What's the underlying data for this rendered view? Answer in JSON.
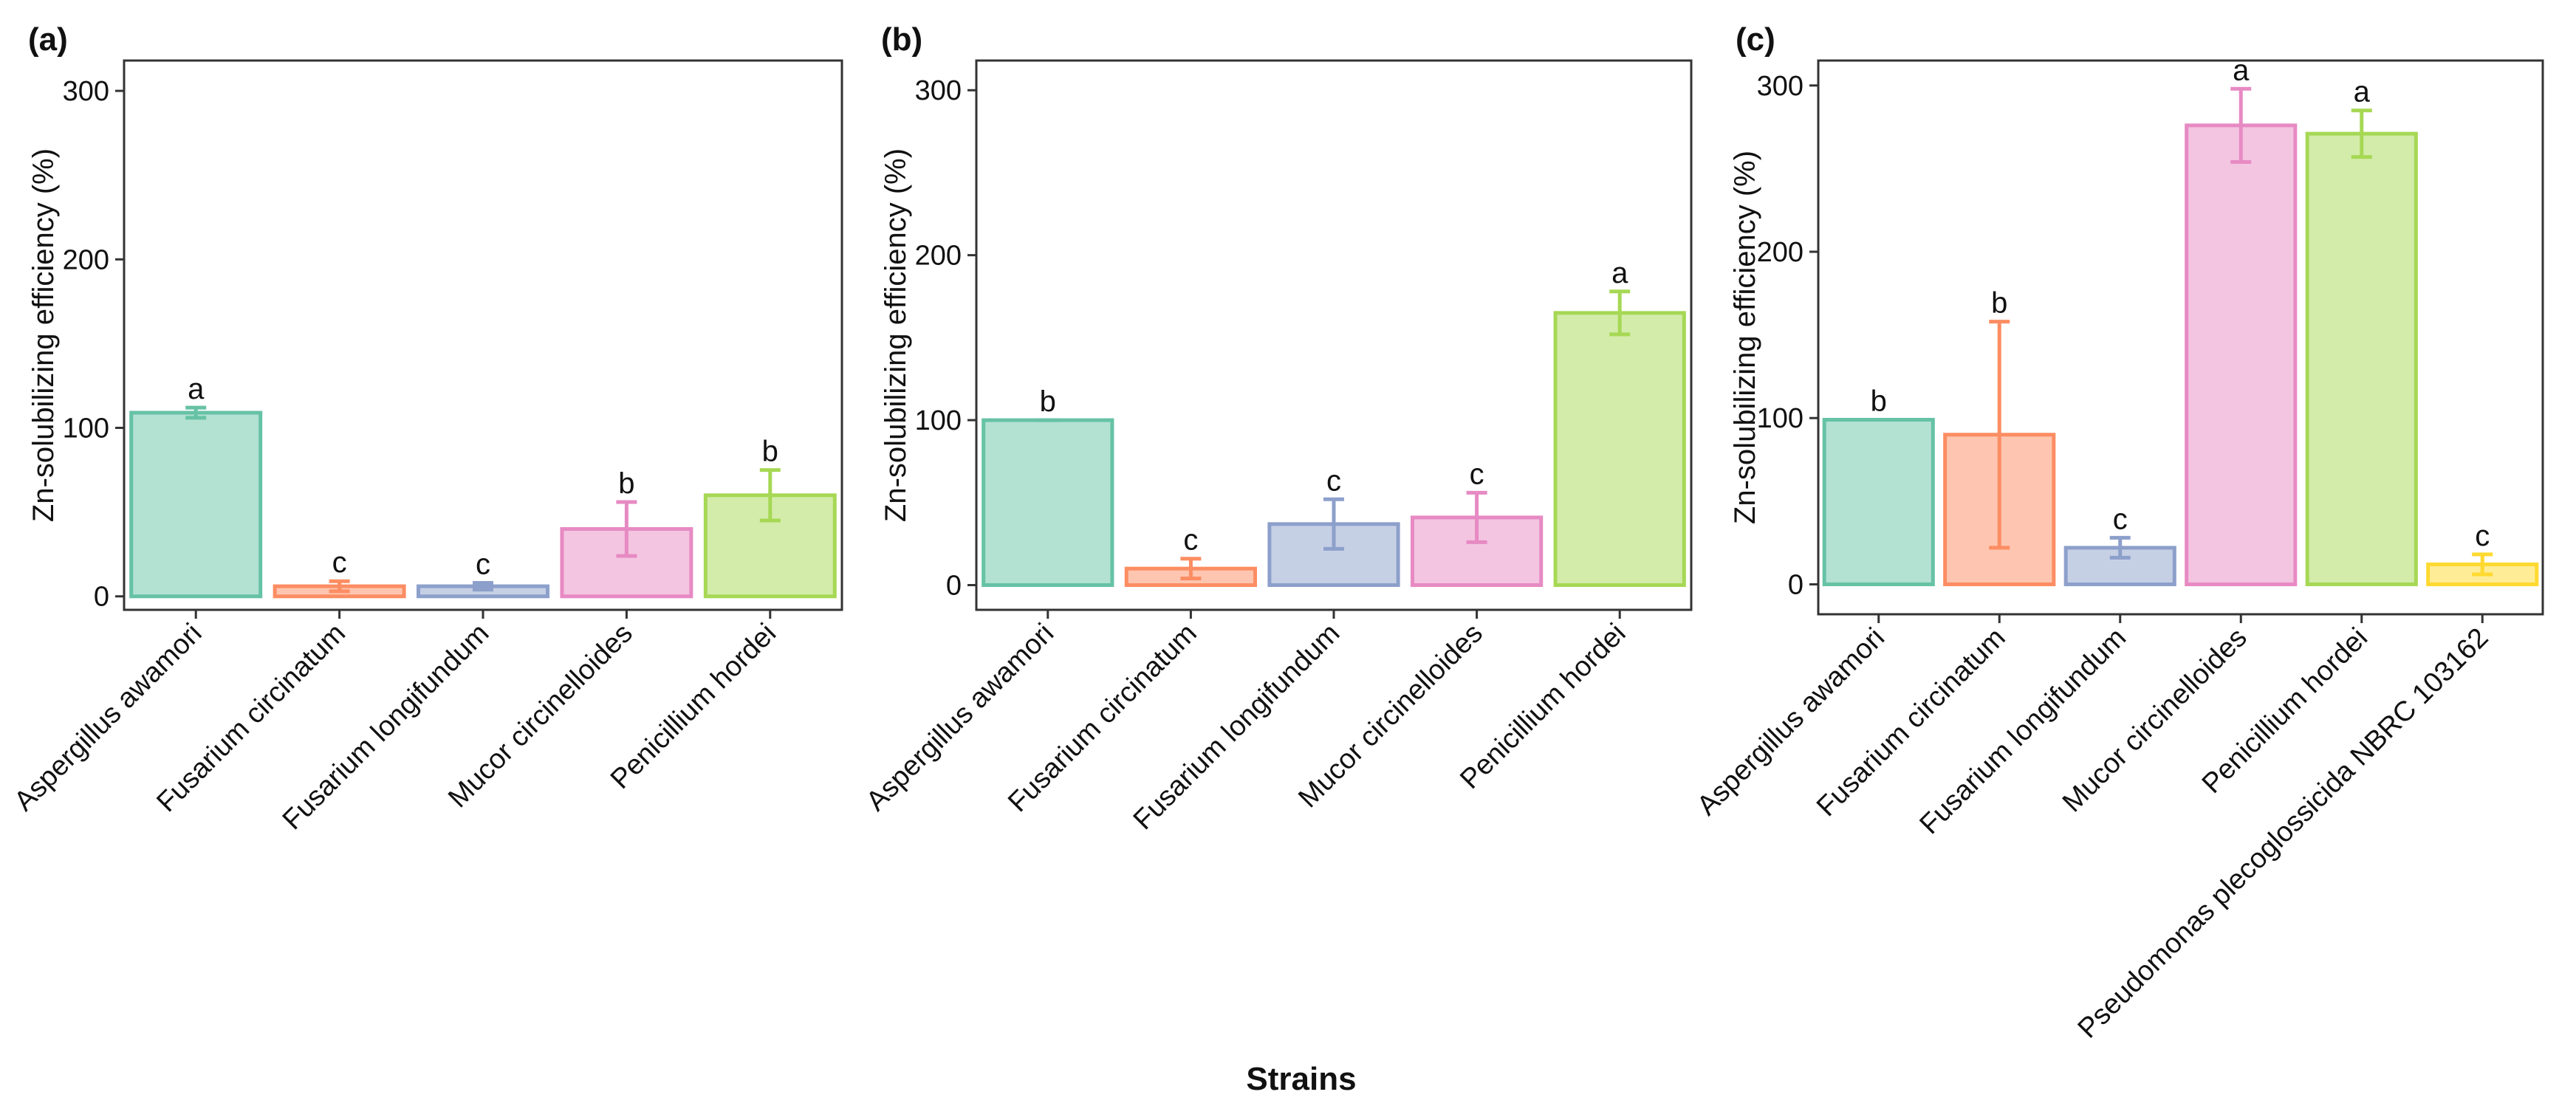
{
  "xlabel": "Strains",
  "chart_data": [
    {
      "type": "bar",
      "panel_label": "(a)",
      "ylabel": "Zn-solubilizing efficiency (%)",
      "ylim": [
        -8,
        318
      ],
      "yticks": [
        0,
        100,
        200,
        300
      ],
      "grid": false,
      "categories": [
        "Aspergillus awamori",
        "Fusarium circinatum",
        "Fusarium longifundum",
        "Mucor circinelloides",
        "Penicillium hordei"
      ],
      "values": [
        109,
        6,
        6,
        40,
        60
      ],
      "errors": [
        3,
        3,
        2,
        16,
        15
      ],
      "letters": [
        "a",
        "c",
        "c",
        "b",
        "b"
      ],
      "colors": [
        "#66c2a5",
        "#fc8d62",
        "#8da0cb",
        "#e78ac3",
        "#a6d854"
      ]
    },
    {
      "type": "bar",
      "panel_label": "(b)",
      "ylabel": "Zn-solubilizing efficiency (%)",
      "ylim": [
        -15,
        318
      ],
      "yticks": [
        0,
        100,
        200,
        300
      ],
      "grid": false,
      "categories": [
        "Aspergillus awamori",
        "Fusarium circinatum",
        "Fusarium longifundum",
        "Mucor circinelloides",
        "Penicillium hordei"
      ],
      "values": [
        100,
        10,
        37,
        41,
        165
      ],
      "errors": [
        0,
        6,
        15,
        15,
        13
      ],
      "letters": [
        "b",
        "c",
        "c",
        "c",
        "a"
      ],
      "colors": [
        "#66c2a5",
        "#fc8d62",
        "#8da0cb",
        "#e78ac3",
        "#a6d854"
      ]
    },
    {
      "type": "bar",
      "panel_label": "(c)",
      "ylabel": "Zn-solubilizing efficiency (%)",
      "ylim": [
        -18,
        315
      ],
      "yticks": [
        0,
        100,
        200,
        300
      ],
      "grid": false,
      "categories": [
        "Aspergillus awamori",
        "Fusarium circinatum",
        "Fusarium longifundum",
        "Mucor circinelloides",
        "Penicillium hordei",
        "Pseudomonas plecoglossicida NBRC 103162"
      ],
      "values": [
        99,
        90,
        22,
        276,
        271,
        12
      ],
      "errors": [
        0,
        68,
        6,
        22,
        14,
        6
      ],
      "letters": [
        "b",
        "b",
        "c",
        "a",
        "a",
        "c"
      ],
      "colors": [
        "#66c2a5",
        "#fc8d62",
        "#8da0cb",
        "#e78ac3",
        "#a6d854",
        "#ffd92f"
      ]
    }
  ]
}
